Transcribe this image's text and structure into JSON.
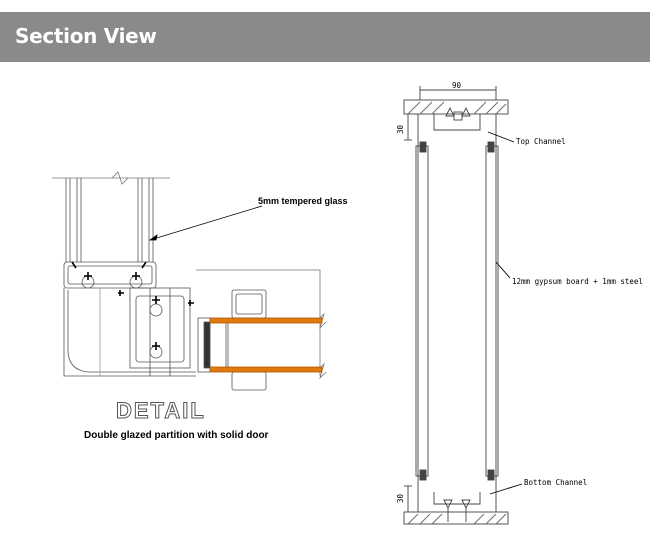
{
  "header": {
    "title": "Section View",
    "bg_color": "#8a8a8a"
  },
  "detail": {
    "glass_label": "5mm tempered glass",
    "detail_word": "DETAIL",
    "caption": "Double glazed partition with solid door",
    "door_color": "#e07a10"
  },
  "section": {
    "width_dim": "90",
    "top_dim": "30",
    "bottom_dim": "30",
    "top_channel": "Top Channel",
    "board_label": "12mm gypsum board + 1mm steel",
    "bottom_channel": "Bottom Channel"
  }
}
